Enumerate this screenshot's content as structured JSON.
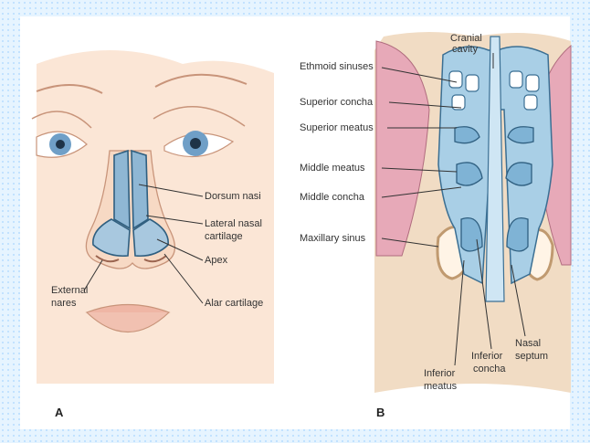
{
  "panels": {
    "a": {
      "letter": "A"
    },
    "b": {
      "letter": "B"
    }
  },
  "labels_a": {
    "dorsum_nasi": "Dorsum nasi",
    "lateral_nasal_cartilage_1": "Lateral nasal",
    "lateral_nasal_cartilage_2": "cartilage",
    "apex": "Apex",
    "external_nares_1": "External",
    "external_nares_2": "nares",
    "alar_cartilage": "Alar cartilage"
  },
  "labels_b": {
    "cranial_cavity_1": "Cranial",
    "cranial_cavity_2": "cavity",
    "ethmoid_sinuses": "Ethmoid sinuses",
    "superior_concha": "Superior concha",
    "superior_meatus": "Superior meatus",
    "middle_meatus": "Middle meatus",
    "middle_concha": "Middle concha",
    "maxillary_sinus": "Maxillary sinus",
    "nasal_septum_1": "Nasal",
    "nasal_septum_2": "septum",
    "inferior_concha_1": "Inferior",
    "inferior_concha_2": "concha",
    "inferior_meatus_1": "Inferior",
    "inferior_meatus_2": "meatus"
  },
  "colors": {
    "skin": "#f7d9c4",
    "skin_line": "#c8947a",
    "cartilage": "#8fb7d4",
    "cartilage_line": "#2f5f80",
    "mucosa": "#e7a9b8",
    "bone": "#f1dcc4",
    "background_pattern": "#bfe0ff"
  }
}
